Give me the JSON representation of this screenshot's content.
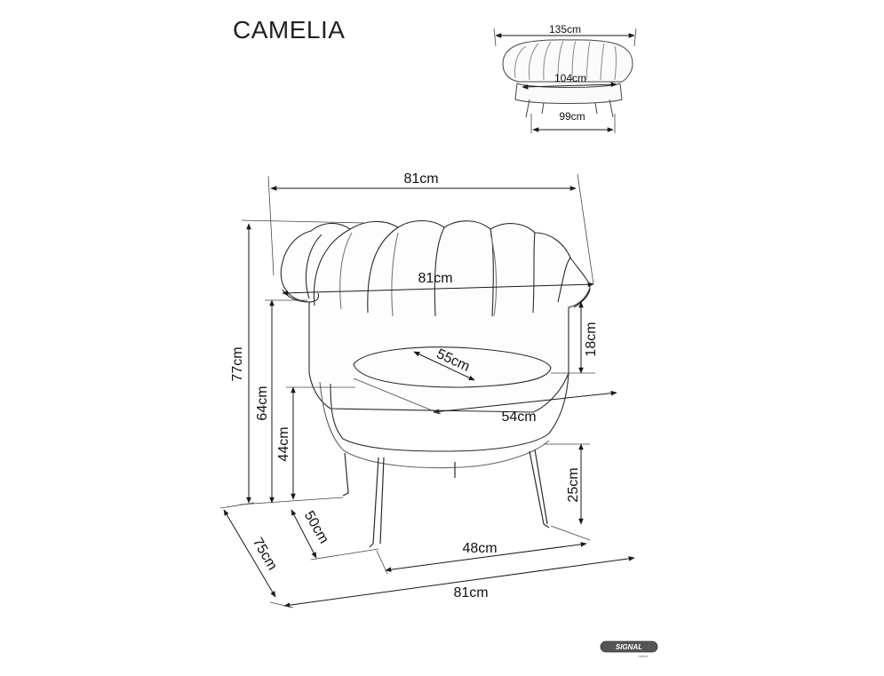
{
  "product": {
    "title": "CAMELIA"
  },
  "sofa_dims": {
    "width_total": "135cm",
    "seat_width": "104cm",
    "leg_width": "99cm"
  },
  "chair_dims": {
    "top_width": "81cm",
    "arm_width": "81cm",
    "seat_depth": "55cm",
    "seat_width": "54cm",
    "back_height": "18cm",
    "total_height": "77cm",
    "arm_height": "64cm",
    "seat_height": "44cm",
    "leg_height": "25cm",
    "leg_depth": "50cm",
    "leg_span": "48cm",
    "total_depth": "75cm",
    "base_width": "81cm"
  },
  "brand": {
    "name": "SIGNAL",
    "sub": "meble"
  },
  "colors": {
    "line": "#1a1a1a",
    "outline": "#2a2a2a"
  }
}
